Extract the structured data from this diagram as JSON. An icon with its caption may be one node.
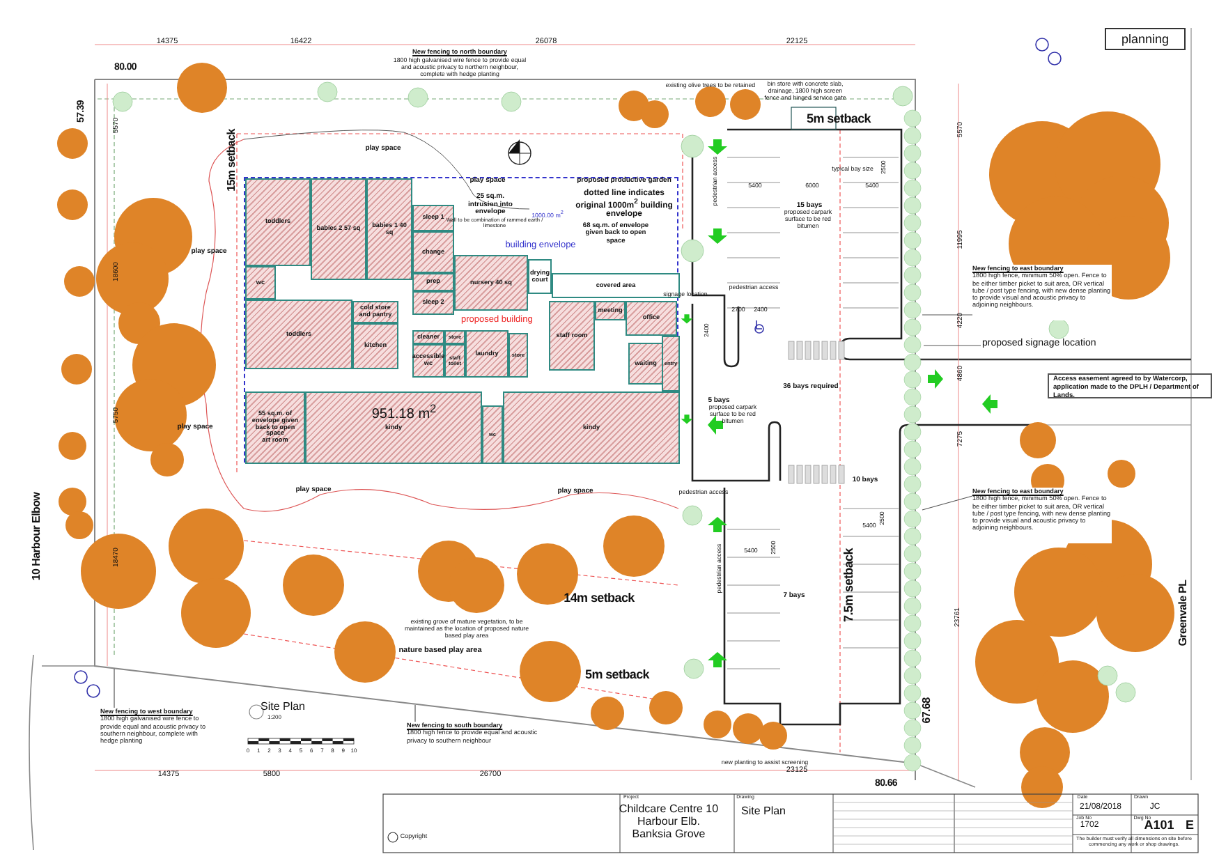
{
  "diagram": {
    "title": "Site Plan",
    "nodes": [
      {
        "text": [
          "proposed building"
        ]
      },
      {
        "text": [
          "toddlers"
        ],
        "in": 0
      },
      {
        "text": [
          "babies 2 57 sq"
        ],
        "in": 0
      },
      {
        "text": [
          "babies 1 40 sq"
        ],
        "in": 0
      },
      {
        "text": [
          "sleep 1"
        ],
        "in": 0
      },
      {
        "text": [
          "change"
        ],
        "in": 0
      },
      {
        "text": [
          "prep"
        ],
        "in": 0
      },
      {
        "text": [
          "sleep 2"
        ],
        "in": 0
      },
      {
        "text": [
          "nursery 40 sq"
        ],
        "in": 0
      },
      {
        "text": [
          "wc"
        ],
        "in": 0
      },
      {
        "text": [
          "toddlers"
        ],
        "in": 0
      },
      {
        "text": [
          "cold store and pantry"
        ],
        "in": 0
      },
      {
        "text": [
          "kitchen"
        ],
        "in": 0
      },
      {
        "text": [
          "cleaner"
        ],
        "in": 0
      },
      {
        "text": [
          "store"
        ],
        "in": 0
      },
      {
        "text": [
          "accessible wc"
        ],
        "in": 0
      },
      {
        "text": [
          "staff toilet"
        ],
        "in": 0
      },
      {
        "text": [
          "laundry"
        ],
        "in": 0
      },
      {
        "text": [
          "store"
        ],
        "in": 0
      },
      {
        "text": [
          "drying court"
        ],
        "in": 0
      },
      {
        "text": [
          "covered area"
        ],
        "in": 0
      },
      {
        "text": [
          "staff room"
        ],
        "in": 0
      },
      {
        "text": [
          "meeting"
        ],
        "in": 0
      },
      {
        "text": [
          "office"
        ],
        "in": 0
      },
      {
        "text": [
          "waiting"
        ],
        "in": 0
      },
      {
        "text": [
          "entry"
        ],
        "in": 0
      },
      {
        "text": [
          "55 sq.m. of envelope given back to open space",
          "art room"
        ],
        "in": 0
      },
      {
        "text": [
          "kindy"
        ],
        "in": 0
      },
      {
        "text": [
          "wc"
        ],
        "in": 0
      },
      {
        "text": [
          "kindy"
        ],
        "in": 0
      },
      {
        "text": [
          "planning"
        ]
      },
      {
        "text": [
          "Access easement agreed to by Watercorp, application made to the DPLH / Department of Lands."
        ]
      },
      {
        "text": [
          "proposed signage location"
        ]
      },
      {
        "text": [
          "New fencing to east boundary",
          "1800 high fence, minimum 50% open. Fence to be either timber picket to suit area, OR vertical tube / post type fencing, with new dense planting to provide visual and acoustic privacy to adjoining neighbours."
        ]
      },
      {
        "text": [
          "New fencing to east boundary",
          "1800 high fence, minimum 50% open. Fence to be either timber picket to suit area, OR vertical tube / post type fencing, with new dense planting to provide visual and acoustic privacy to adjoining neighbours."
        ]
      },
      {
        "text": [
          "New fencing to west boundary",
          "1800 high galvanised wire fence to provide equal and acoustic privacy to southern neighbour, complete with hedge planting"
        ]
      },
      {
        "text": [
          "New fencing to south boundary",
          "1800 high fence to provide equal and acoustic privacy to southern neighbour"
        ]
      }
    ],
    "edges": [
      {
        "from": 32,
        "to": null,
        "arrow": "none"
      },
      {
        "from": 33,
        "to": null,
        "arrow": "none"
      },
      {
        "from": 34,
        "to": null,
        "arrow": "none"
      },
      {
        "from": 35,
        "to": null,
        "arrow": "none"
      },
      {
        "from": 36,
        "to": null,
        "arrow": "none"
      }
    ],
    "labels": [
      "14375",
      "16422",
      "26078",
      "22125",
      "80.00",
      "New fencing to north boundary",
      "1800 high galvanised wire fence to provide equal and acoustic privacy to northern neighbour, complete with hedge planting",
      "existing olive trees to be retained",
      "bin store with concrete slab, drainage, 1800 high screen fence and hinged service gate",
      "5m setback",
      "57.39",
      "5570",
      "15m setback",
      "play space",
      "play space",
      "25 sq.m. intrusion into envelope",
      "proposed productive garden",
      "dotted line indicates original 1000m$^{2}$ building envelope",
      "Wall to be combination of rammed earth / limestone",
      "1000.00 m$^{2}$",
      "68 sq.m. of envelope given back to open space",
      "building envelope",
      "play space",
      "18600",
      "pedestrian access",
      "typical bay size",
      "2500",
      "5400",
      "6000",
      "5400",
      "15 bays",
      "proposed carpark surface to be red bitumen",
      "signage location",
      "pedestrian access",
      "2700",
      "2400",
      "2400",
      "5570",
      "11995",
      "4220",
      "4860",
      "36 bays required",
      "5750",
      "play space",
      "951.18 m$^{2}$",
      "5 bays",
      "proposed carpark surface to be red bitumen",
      "7275",
      "10 bays",
      "pedestrian access",
      "play space",
      "play space",
      "2500",
      "5400",
      "pedestrian access",
      "5400",
      "2500",
      "10 Harbour Elbow",
      "18470",
      "14m setback",
      "7 bays",
      "7.5m setback",
      "Greenvale PL",
      "23761",
      "existing grove of mature vegetation, to be maintained as the location of proposed nature based play area",
      "nature based play area",
      "5m setback",
      "67.68",
      "1:200",
      "0",
      "1",
      "2",
      "3",
      "4",
      "5",
      "6",
      "7",
      "8",
      "9",
      "10",
      "new planting to assist screening",
      "14375",
      "5800",
      "26700",
      "23125",
      "80.66",
      "Copyright",
      "Project",
      "Childcare Centre 10 Harbour Elb. Banksia Grove",
      "Drawing",
      "Site Plan",
      "Date",
      "21/08/2018",
      "Drawn",
      "JC",
      "Job No",
      "1702",
      "Dwg No",
      "A101",
      "E",
      "The builder must verify all dimensions on site before commencing any work or shop drawings."
    ]
  }
}
